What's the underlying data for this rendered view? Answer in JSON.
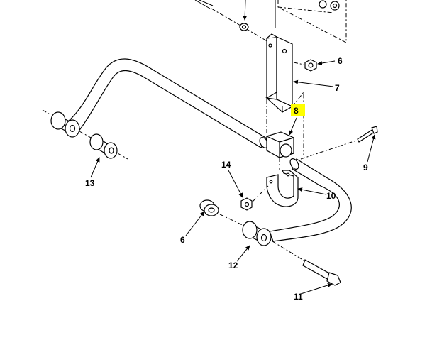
{
  "diagram": {
    "highlight_color": "#ffff00",
    "callouts": {
      "c6a": "6",
      "c7": "7",
      "c8": "8",
      "c9": "9",
      "c10": "10",
      "c6b": "6",
      "c11": "11",
      "c12": "12",
      "c13": "13",
      "c14": "14"
    }
  }
}
